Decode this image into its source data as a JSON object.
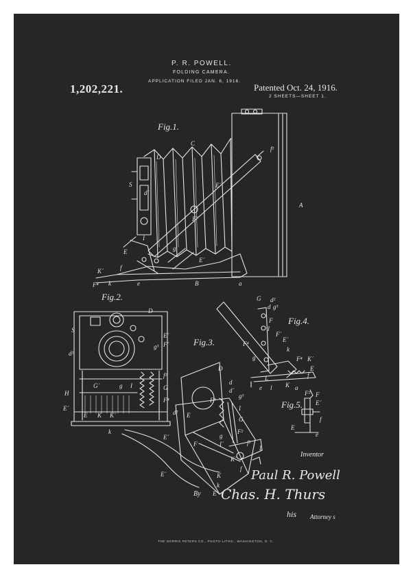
{
  "header": {
    "inventor_name": "P. R. POWELL.",
    "title": "FOLDING CAMERA.",
    "filed": "APPLICATION FILED JAN. 6, 1916.",
    "patent_number": "1,202,221.",
    "patented": "Patented  Oct. 24, 1916.",
    "sheets": "2 SHEETS—SHEET 1."
  },
  "figures": {
    "fig1": "Fig.1.",
    "fig2": "Fig.2.",
    "fig3": "Fig.3.",
    "fig4": "Fig.4.",
    "fig5": "Fig.5."
  },
  "signatures": {
    "inventor_label": "Inventor",
    "inventor_signature": "Paul R. Powell",
    "by": "By",
    "attorney_signature": "Chas. H. Thurs",
    "his": "his",
    "attorney_label": "Attorney s"
  },
  "footer": "THE NORRIS PETERS CO., PHOTO-LITHO., WASHINGTON, D. C.",
  "colors": {
    "background": "#262626",
    "ink": "#e9e9e9",
    "border": "#ffffff"
  }
}
